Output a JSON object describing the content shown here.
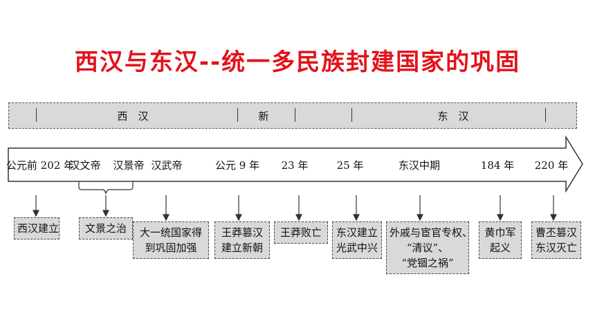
{
  "title": "西汉与东汉--统一多民族封建国家的巩固",
  "periods": [
    {
      "label": "西　汉"
    },
    {
      "label": "新"
    },
    {
      "label": "东　汉"
    }
  ],
  "timeline_labels": [
    "公元前 202 年",
    "汉文帝",
    "汉景帝",
    "汉武帝",
    "公元 9 年",
    "23 年",
    "25 年",
    "东汉中期",
    "184 年",
    "220 年"
  ],
  "events": [
    {
      "lines": [
        "西汉建立"
      ]
    },
    {
      "lines": [
        "文景之治"
      ]
    },
    {
      "lines": [
        "大一统国家得",
        "到巩固加强"
      ]
    },
    {
      "lines": [
        "王莽篡汉",
        "建立新朝"
      ]
    },
    {
      "lines": [
        "王莽败亡"
      ]
    },
    {
      "lines": [
        "东汉建立",
        "光武中兴"
      ]
    },
    {
      "lines": [
        "外戚与宦官专权、",
        "“清议”、",
        "“党锢之祸”"
      ]
    },
    {
      "lines": [
        "黄巾军",
        "起义"
      ]
    },
    {
      "lines": [
        "曹丕篡汉",
        "东汉灭亡"
      ]
    }
  ]
}
